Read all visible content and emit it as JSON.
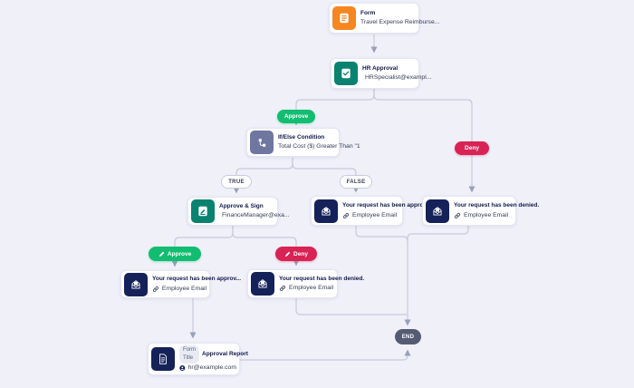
{
  "canvas": {
    "background_color": "#eff0f8",
    "connector_color": "#c7cada",
    "arrow_color": "#9aa0b8"
  },
  "colors": {
    "form_orange": "#f6861f",
    "approval_teal": "#0a8270",
    "branch_slate": "#6f76a0",
    "email_navy": "#152259",
    "approve_green": "#12bd72",
    "deny_red": "#d92355",
    "end_slate": "#565b74"
  },
  "nodes": {
    "form": {
      "title": "Form",
      "subtitle": "Travel Expense Reimburse...",
      "icon": "form-icon"
    },
    "hr_approval": {
      "title": "HR Approval",
      "subtitle": "HRSpecialist@exampl...",
      "icon": "approval-icon",
      "subtitle_icon": "person-avatar-icon"
    },
    "if_else": {
      "title": "If/Else Condition",
      "subtitle": "Total Cost ($) Greater Than \"1",
      "icon": "branch-icon"
    },
    "approve_sign": {
      "title": "Approve & Sign",
      "subtitle": "FinanceManager@exa...",
      "icon": "sign-icon",
      "subtitle_icon": "person-avatar-icon"
    },
    "email_approved_false": {
      "title": "Your request has been approv...",
      "subtitle": "Employee Email",
      "icon": "email-icon",
      "subtitle_icon": "link-icon"
    },
    "email_denied_top": {
      "title": "Your request has been denied.",
      "subtitle": "Employee Email",
      "icon": "email-icon",
      "subtitle_icon": "link-icon"
    },
    "email_approved_sign": {
      "title": "Your request has been approv...",
      "subtitle": "Employee Email",
      "icon": "email-icon",
      "subtitle_icon": "link-icon"
    },
    "email_denied_sign": {
      "title": "Your request has been denied.",
      "subtitle": "Employee Email",
      "icon": "email-icon",
      "subtitle_icon": "link-icon"
    },
    "report": {
      "badge": "Form Title",
      "title": "Approval Report",
      "subtitle": "hr@example.com",
      "icon": "report-icon",
      "subtitle_icon": "person-avatar-icon"
    }
  },
  "branch_labels": {
    "approve_top": "Approve",
    "deny_top": "Deny",
    "true_label": "TRUE",
    "false_label": "FALSE",
    "approve_sign": "Approve",
    "deny_sign": "Deny"
  },
  "end_label": "END"
}
